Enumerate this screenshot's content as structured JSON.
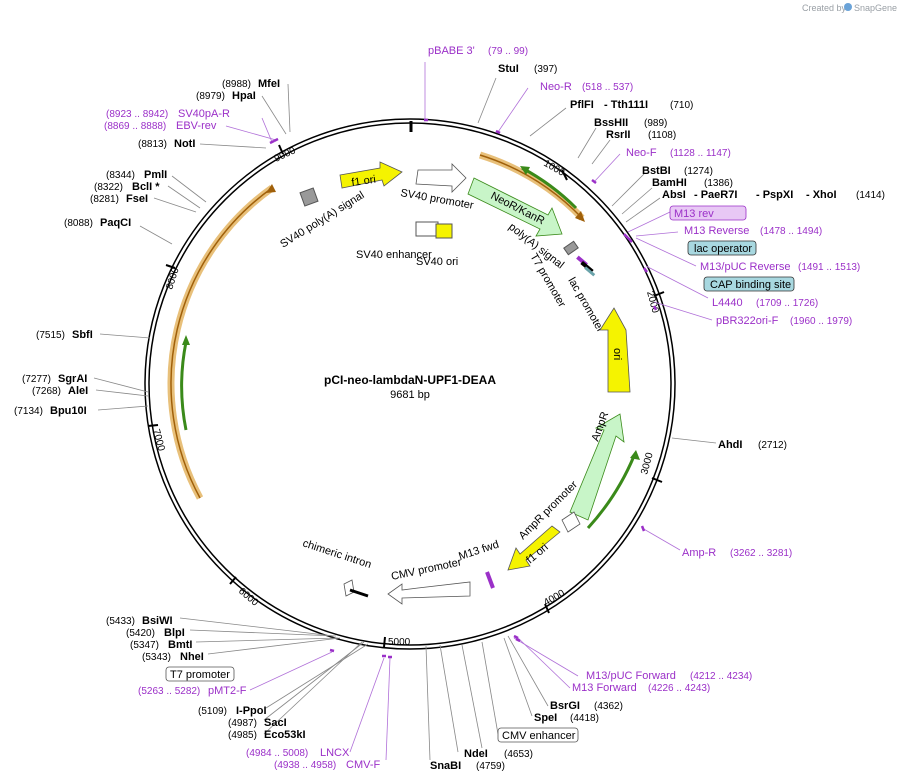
{
  "credit": {
    "text": "Created by",
    "brand": "SnapGene",
    "color": "#9aa0a6"
  },
  "plasmid": {
    "name": "pCI-neo-lambdaN-UPF1-DEAA",
    "size": "9681 bp"
  },
  "colors": {
    "backbone": "#000000",
    "primer": "#9b30c8",
    "enzyme": "#000000",
    "yellow": "#f5f300",
    "green": "#c8f5c8",
    "grey": "#999999"
  },
  "ticks": [
    "1000",
    "2000",
    "3000",
    "4000",
    "5000",
    "6000",
    "7000",
    "8000",
    "9000"
  ],
  "enzymes": [
    {
      "name": "StuI",
      "pos": "(397)"
    },
    {
      "name": "PflFI",
      "name2": "- Tth111I",
      "pos": "(710)"
    },
    {
      "name": "BssHII",
      "pos": "(989)"
    },
    {
      "name": "RsrII",
      "pos": "(1108)"
    },
    {
      "name": "BstBI",
      "pos": "(1274)"
    },
    {
      "name": "BamHI",
      "pos": "(1386)"
    },
    {
      "name": "AbsI",
      "name2": "- PaeR7I",
      "name3": "- PspXI",
      "name4": "- XhoI",
      "pos": "(1414)"
    },
    {
      "name": "AhdI",
      "pos": "(2712)"
    },
    {
      "name": "BsrGI",
      "pos": "(4362)"
    },
    {
      "name": "SpeI",
      "pos": "(4418)"
    },
    {
      "name": "NdeI",
      "pos": "(4653)"
    },
    {
      "name": "SnaBI",
      "pos": "(4759)"
    },
    {
      "name": "I-PpoI",
      "pos": "(5109)"
    },
    {
      "name": "SacI",
      "pos": "(4987)"
    },
    {
      "name": "Eco53kI",
      "pos": "(4985)"
    },
    {
      "name": "NheI",
      "pos": "(5343)"
    },
    {
      "name": "BmtI",
      "pos": "(5347)"
    },
    {
      "name": "BlpI",
      "pos": "(5420)"
    },
    {
      "name": "BsiWI",
      "pos": "(5433)"
    },
    {
      "name": "Bpu10I",
      "pos": "(7134)"
    },
    {
      "name": "AleI",
      "pos": "(7268)"
    },
    {
      "name": "SgrAI",
      "pos": "(7277)"
    },
    {
      "name": "SbfI",
      "pos": "(7515)"
    },
    {
      "name": "PaqCI",
      "pos": "(8088)"
    },
    {
      "name": "FseI",
      "pos": "(8281)"
    },
    {
      "name": "BclI *",
      "pos": "(8322)"
    },
    {
      "name": "PmlI",
      "pos": "(8344)"
    },
    {
      "name": "NotI",
      "pos": "(8813)"
    },
    {
      "name": "HpaI",
      "pos": "(8979)"
    },
    {
      "name": "MfeI",
      "pos": "(8988)"
    }
  ],
  "primers": [
    {
      "name": "pBABE 3'",
      "pos": "(79 .. 99)"
    },
    {
      "name": "Neo-R",
      "pos": "(518 .. 537)"
    },
    {
      "name": "Neo-F",
      "pos": "(1128 .. 1147)"
    },
    {
      "name": "M13 rev",
      "pos": ""
    },
    {
      "name": "M13 Reverse",
      "pos": "(1478 .. 1494)"
    },
    {
      "name": "M13/pUC Reverse",
      "pos": "(1491 .. 1513)"
    },
    {
      "name": "L4440",
      "pos": "(1709 .. 1726)"
    },
    {
      "name": "pBR322ori-F",
      "pos": "(1960 .. 1979)"
    },
    {
      "name": "Amp-R",
      "pos": "(3262 .. 3281)"
    },
    {
      "name": "M13/pUC Forward",
      "pos": "(4212 .. 4234)"
    },
    {
      "name": "M13 Forward",
      "pos": "(4226 .. 4243)"
    },
    {
      "name": "CMV-F",
      "pos": "(4938 .. 4958)"
    },
    {
      "name": "LNCX",
      "pos": "(4984 .. 5008)"
    },
    {
      "name": "pMT2-F",
      "pos": "(5263 .. 5282)"
    },
    {
      "name": "SV40pA-R",
      "pos": "(8923 .. 8942)"
    },
    {
      "name": "EBV-rev",
      "pos": "(8869 .. 8888)"
    }
  ],
  "boxed": {
    "lac_operator": "lac operator",
    "cap_site": "CAP binding site",
    "t7_promoter": "T7 promoter",
    "cmv_enhancer": "CMV enhancer"
  },
  "features": {
    "f1_ori_top": "f1 ori",
    "sv40_polyA": "SV40 poly(A) signal",
    "sv40_promoter": "SV40 promoter",
    "neor": "NeoR/KanR",
    "polyA": "poly(A) signal",
    "t7": "T7 promoter",
    "lac": "lac promoter",
    "sv40_enh": "SV40 enhancer",
    "sv40_ori": "SV40 ori",
    "ori": "ori",
    "ampr": "AmpR",
    "ampr_prom": "AmpR promoter",
    "f1_ori_bottom": "f1 ori",
    "m13_fwd": "M13 fwd",
    "cmv_prom": "CMV promoter",
    "chimeric": "chimeric intron"
  }
}
